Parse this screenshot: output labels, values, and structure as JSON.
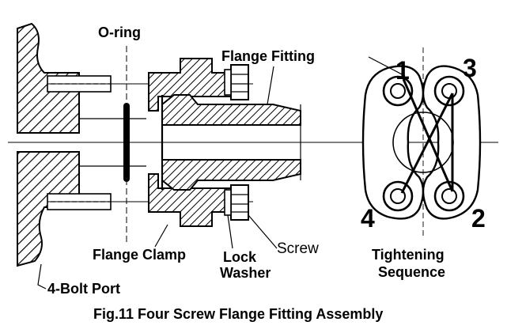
{
  "labels": {
    "oring": "O-ring",
    "flange_fitting": "Flange Fitting",
    "flange_clamp": "Flange Clamp",
    "lock_washer_1": "Lock",
    "lock_washer_2": "Washer",
    "screw": "Screw",
    "bolt_port": "4-Bolt Port",
    "tightening_1": "Tightening",
    "tightening_2": "Sequence"
  },
  "sequence": {
    "n1": "1",
    "n2": "2",
    "n3": "3",
    "n4": "4"
  },
  "caption": "Fig.11  Four Screw Flange Fitting Assembly"
}
